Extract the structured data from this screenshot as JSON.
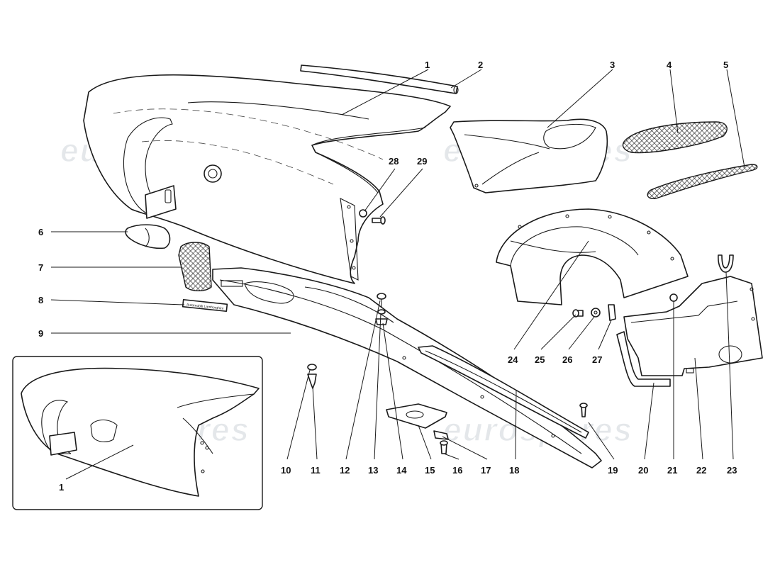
{
  "watermark": "eurospares",
  "badge_text": "Automobili Lamborghini",
  "callouts": [
    "1",
    "2",
    "3",
    "4",
    "5",
    "6",
    "7",
    "8",
    "9",
    "10",
    "11",
    "12",
    "13",
    "14",
    "15",
    "16",
    "17",
    "18",
    "19",
    "20",
    "21",
    "22",
    "23",
    "24",
    "25",
    "26",
    "27",
    "28",
    "29"
  ],
  "inset_callout": "1"
}
